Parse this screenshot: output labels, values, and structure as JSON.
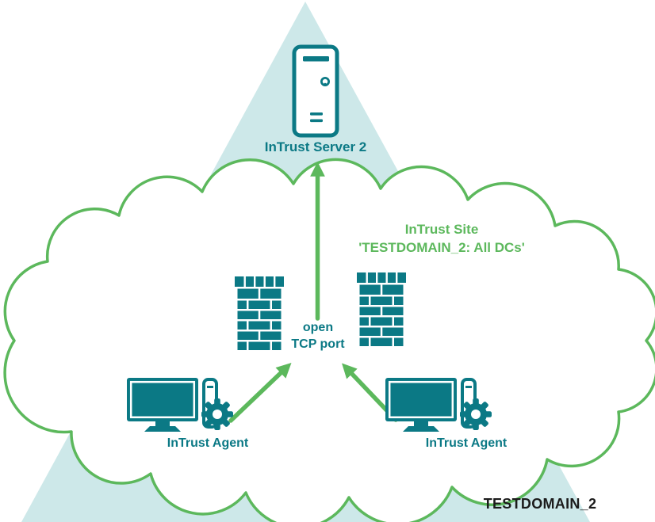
{
  "colors": {
    "teal": "#0B7985",
    "green": "#5CB85C",
    "triangle_fill": "#CDE8E9",
    "domain_text": "#1B1B1B"
  },
  "labels": {
    "server": "InTrust Server 2",
    "site_line1": "InTrust Site",
    "site_line2": "'TESTDOMAIN_2: All DCs'",
    "port_line1": "open",
    "port_line2": "TCP port",
    "agent_left": "InTrust Agent",
    "agent_right": "InTrust Agent",
    "domain": "TESTDOMAIN_2"
  },
  "icons": {
    "server": "tower-server-icon",
    "firewall": "firewall-brick-wall-icon",
    "agent": "workstation-with-gear-icon",
    "arrow": "green-arrow"
  }
}
